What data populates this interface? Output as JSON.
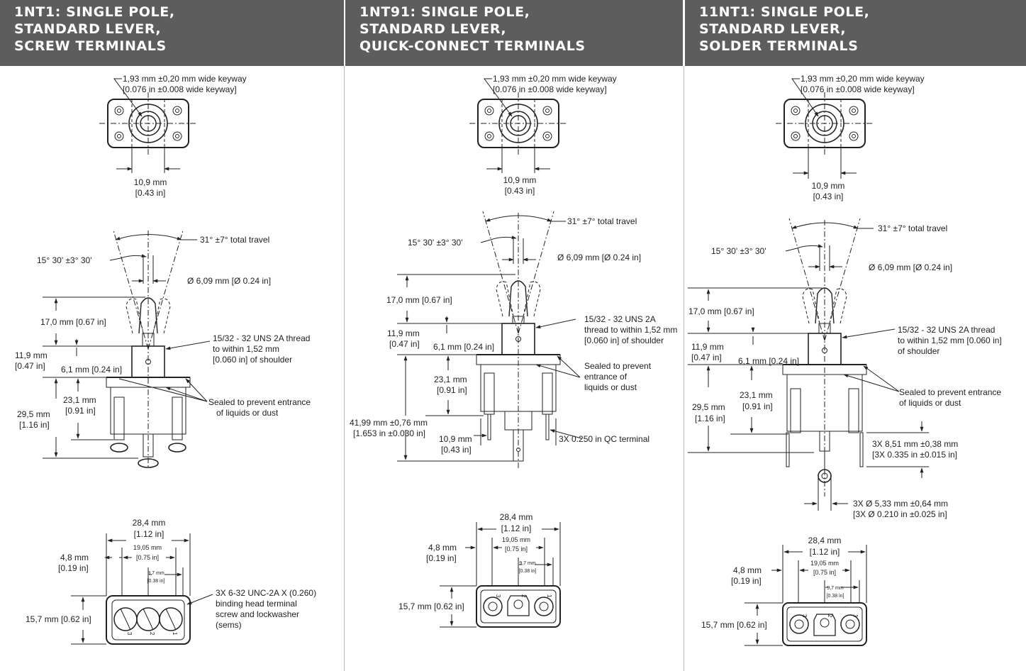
{
  "colors": {
    "header_bg": "#5d5d5d",
    "header_text": "#ffffff",
    "line": "#222222",
    "divider": "#b9b9b9"
  },
  "panels": [
    {
      "title_lines": [
        "1NT1: SINGLE POLE,",
        "STANDARD LEVER,",
        "SCREW TERMINALS"
      ],
      "keyway": [
        "1,93 mm ±0,20 mm wide keyway",
        "[0.076 in ±0.008 wide keyway]"
      ],
      "width_mm": [
        "10,9 mm",
        "[0.43 in]"
      ],
      "travel": "31° ±7° total travel",
      "half_angle": "15° 30' ±3° 30'",
      "diameter": "Ø 6,09 mm [Ø 0.24 in]",
      "lever_height": "17,0 mm [0.67 in]",
      "bushing_h": [
        "11,9 mm",
        "[0.47 in]"
      ],
      "bushing_d": "6,1 mm [0.24 in]",
      "thread": [
        "15/32 - 32 UNS 2A thread",
        "to within 1,52 mm",
        "[0.060 in]  of shoulder"
      ],
      "sealed": [
        "Sealed to prevent entrance",
        "of liquids or dust"
      ],
      "body_h": [
        "23,1 mm",
        "[0.91 in]"
      ],
      "total_h": [
        "29,5 mm",
        "[1.16 in]"
      ],
      "bottom": {
        "w1": [
          "28,4 mm",
          "[1.12 in]"
        ],
        "w2": [
          "19,05 mm",
          "[0.75 in]"
        ],
        "w3": [
          "9,7 mm",
          "[0.38 in]"
        ],
        "edge": [
          "4,8 mm",
          "[0.19 in]"
        ],
        "height": "15,7 mm [0.62 in]",
        "note": [
          "3X 6-32 UNC-2A X (0.260)",
          "binding head terminal",
          "screw and lockwasher",
          "(sems)"
        ],
        "pins": [
          "3",
          "2",
          "1"
        ]
      }
    },
    {
      "title_lines": [
        "1NT91: SINGLE POLE,",
        "STANDARD LEVER,",
        "QUICK-CONNECT TERMINALS"
      ],
      "keyway": [
        "1,93 mm ±0,20 mm wide keyway",
        "[0.076 in ±0.008 wide keyway]"
      ],
      "width_mm": [
        "10,9 mm",
        "[0.43 in]"
      ],
      "travel": "31° ±7° total travel",
      "half_angle": "15° 30' ±3° 30'",
      "diameter": "Ø 6,09 mm [Ø 0.24 in]",
      "lever_height": "17,0 mm [0.67 in]",
      "bushing_h": [
        "11,9 mm",
        "[0.47 in]"
      ],
      "bushing_d": "6,1 mm [0.24 in]",
      "thread": [
        "15/32 - 32 UNS 2A",
        "thread to within 1,52 mm",
        "[0.060 in] of shoulder"
      ],
      "sealed": [
        "Sealed to prevent",
        "entrance of",
        "liquids or dust"
      ],
      "body_h": [
        "23,1 mm",
        "[0.91 in]"
      ],
      "total_h": [
        "41,99 mm ±0,76 mm",
        "[1.653 in ±0.030 in]"
      ],
      "term_w": [
        "10,9 mm",
        "[0.43 in]"
      ],
      "qc": "3X 0.250 in QC terminal",
      "bottom": {
        "w1": [
          "28,4 mm",
          "[1.12 in]"
        ],
        "w2": [
          "19,05 mm",
          "[0.75 in]"
        ],
        "w3": [
          "9,7 mm",
          "[0.38 in]"
        ],
        "edge": [
          "4,8 mm",
          "[0.19 in]"
        ],
        "height": "15,7 mm [0.62 in]",
        "pins": [
          "3",
          "2",
          "1"
        ]
      }
    },
    {
      "title_lines": [
        "11NT1: SINGLE POLE,",
        "STANDARD LEVER,",
        "SOLDER TERMINALS"
      ],
      "keyway": [
        "1,93 mm ±0,20 mm wide keyway",
        "[0.076 in ±0.008 wide keyway]"
      ],
      "width_mm": [
        "10,9 mm",
        "[0.43 in]"
      ],
      "travel": "31° ±7° total travel",
      "half_angle": "15° 30' ±3° 30'",
      "diameter": "Ø 6,09 mm [Ø 0.24 in]",
      "lever_height": "17,0 mm [0.67 in]",
      "bushing_h": [
        "11,9 mm",
        "[0.47 in]"
      ],
      "bushing_d": "6,1 mm [0.24 in]",
      "thread": [
        "15/32 - 32 UNS 2A thread",
        "to within 1,52 mm [0.060 in]",
        "of shoulder"
      ],
      "sealed": [
        "Sealed to prevent entrance",
        "of liquids or dust"
      ],
      "body_h": [
        "23,1 mm",
        "[0.91 in]"
      ],
      "total_h": [
        "29,5 mm",
        "[1.16 in]"
      ],
      "term_len": [
        "3X 8,51 mm ±0,38 mm",
        "[3X 0.335 in ±0.015 in]"
      ],
      "hole": [
        "3X Ø 5,33 mm ±0,64 mm",
        "[3X Ø 0.210 in ±0.025 in]"
      ],
      "bottom": {
        "w1": [
          "28,4 mm",
          "[1.12 in]"
        ],
        "w2": [
          "19,05 mm",
          "[0.75 in]"
        ],
        "w3": [
          "9,7 mm",
          "[0.38 in]"
        ],
        "edge": [
          "4,8 mm",
          "[0.19 in]"
        ],
        "height": "15,7 mm [0.62 in]",
        "pins": [
          "3",
          "2",
          "1"
        ]
      }
    }
  ]
}
